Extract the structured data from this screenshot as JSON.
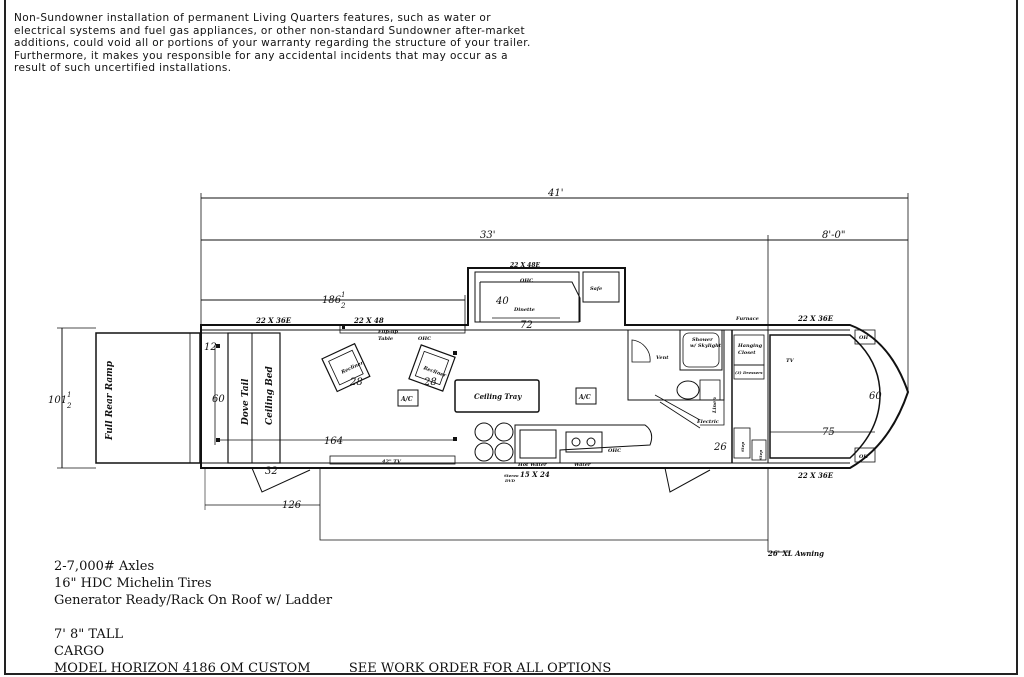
{
  "disclaimer": [
    "Non-Sundowner installation of permanent Living Quarters features, such as water or",
    "electrical systems and fuel gas appliances, or other non-standard Sundowner after-market",
    "additions, could void all or portions of your warranty regarding the structure of your trailer.",
    "Furthermore, it makes you responsible for any accidental incidents that may occur as a",
    "result of such uncertified installations."
  ],
  "dims": {
    "overall": "41'",
    "lq": "33'",
    "nose": "8'-0\"",
    "d186": "186",
    "half": "1",
    "half_den": "2",
    "w101": "101",
    "d12": "12",
    "d60_left": "60",
    "d164": "164",
    "d32": "32",
    "d126": "126",
    "d40": "40",
    "d72": "72",
    "d28a": "28",
    "d28b": "28",
    "d26": "26",
    "d60_right": "60",
    "d75": "75"
  },
  "labels": {
    "ramp": "Full Rear Ramp",
    "dove": "Dove Tail",
    "ceiling_bed": "Ceiling Bed",
    "win_22x36e_a": "22 X 36E",
    "win_22x48": "22 X 48",
    "slide_win": "22 X 48E",
    "ohc_slide": "OHC",
    "safe": "Safe",
    "dinette": "Dinette",
    "flipup": "Flip-up",
    "table": "Table",
    "ohc_a": "OHC",
    "recliner_a": "Recliner",
    "recliner_b": "Recliner",
    "ac_a": "A/C",
    "ac_b": "A/C",
    "ceiling_tray": "Ceiling Tray",
    "tv42": "42\" TV",
    "hot_water": "Hot Water",
    "water": "Water",
    "ohc_b": "OHC",
    "win_15x24": "15 X 24",
    "stereo": "Stereo",
    "dvd": "DVD",
    "vent": "Vent",
    "shower": "Shower",
    "skylight": "w/ Skylight",
    "linen": "Linen",
    "electric": "Electric",
    "furnace": "Furnace",
    "hanging": "Hanging",
    "closet": "Closet",
    "dressers": "(3) Dressers",
    "tv_right": "TV",
    "win_22x36e_b": "22 X 36E",
    "win_22x36e_c": "22 X 36E",
    "ohc_r1": "OH",
    "ohc_r2": "OH",
    "awning": "26' XL Awning",
    "step_a": "Step",
    "step_b": "Step"
  },
  "specs": {
    "axles": "2-7,000# Axles",
    "tires": "16\" HDC Michelin Tires",
    "generator": "Generator Ready/Rack On Roof w/ Ladder",
    "tall": "7' 8\" TALL",
    "cargo": "CARGO",
    "model": "MODEL HORIZON 4186 OM CUSTOM",
    "work_order": "SEE WORK ORDER FOR ALL OPTIONS"
  }
}
